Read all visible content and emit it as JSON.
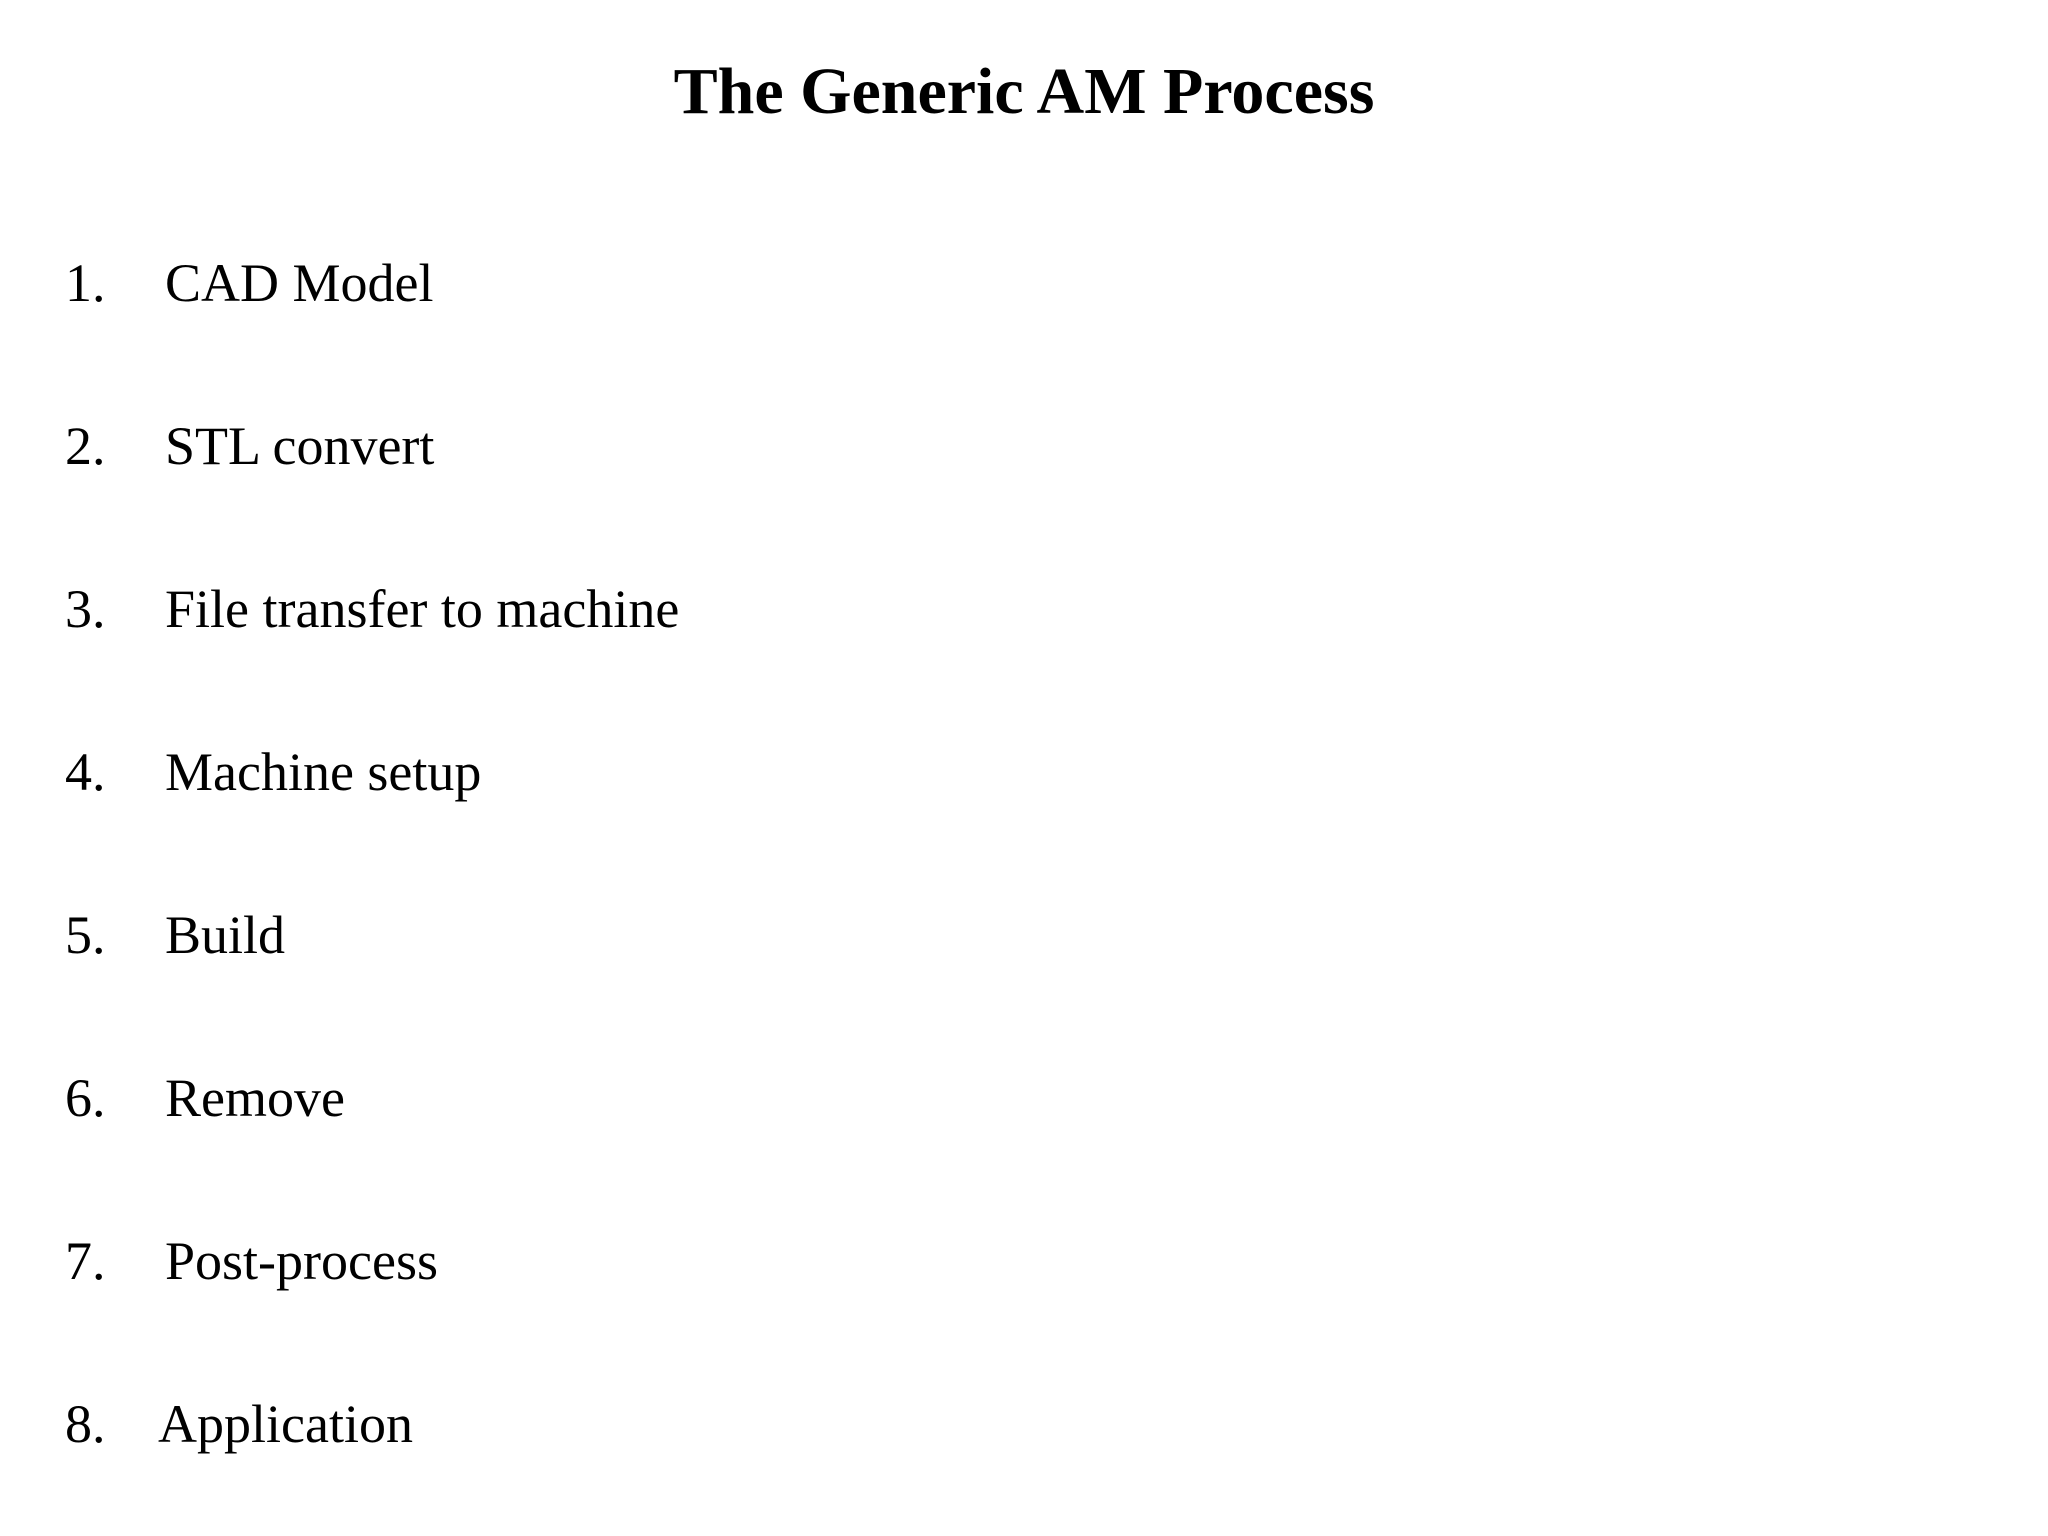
{
  "slide": {
    "title": "The Generic AM Process",
    "steps": [
      {
        "number": "1.",
        "label": "CAD Model"
      },
      {
        "number": "2.",
        "label": "STL convert"
      },
      {
        "number": "3.",
        "label": "File transfer to machine"
      },
      {
        "number": "4.",
        "label": "Machine setup"
      },
      {
        "number": "5.",
        "label": "Build"
      },
      {
        "number": "6.",
        "label": "Remove"
      },
      {
        "number": "7.",
        "label": "Post-process"
      },
      {
        "number": "8.",
        "label": "Application"
      }
    ]
  },
  "colors": {
    "text": "#000000",
    "background": "#ffffff"
  }
}
